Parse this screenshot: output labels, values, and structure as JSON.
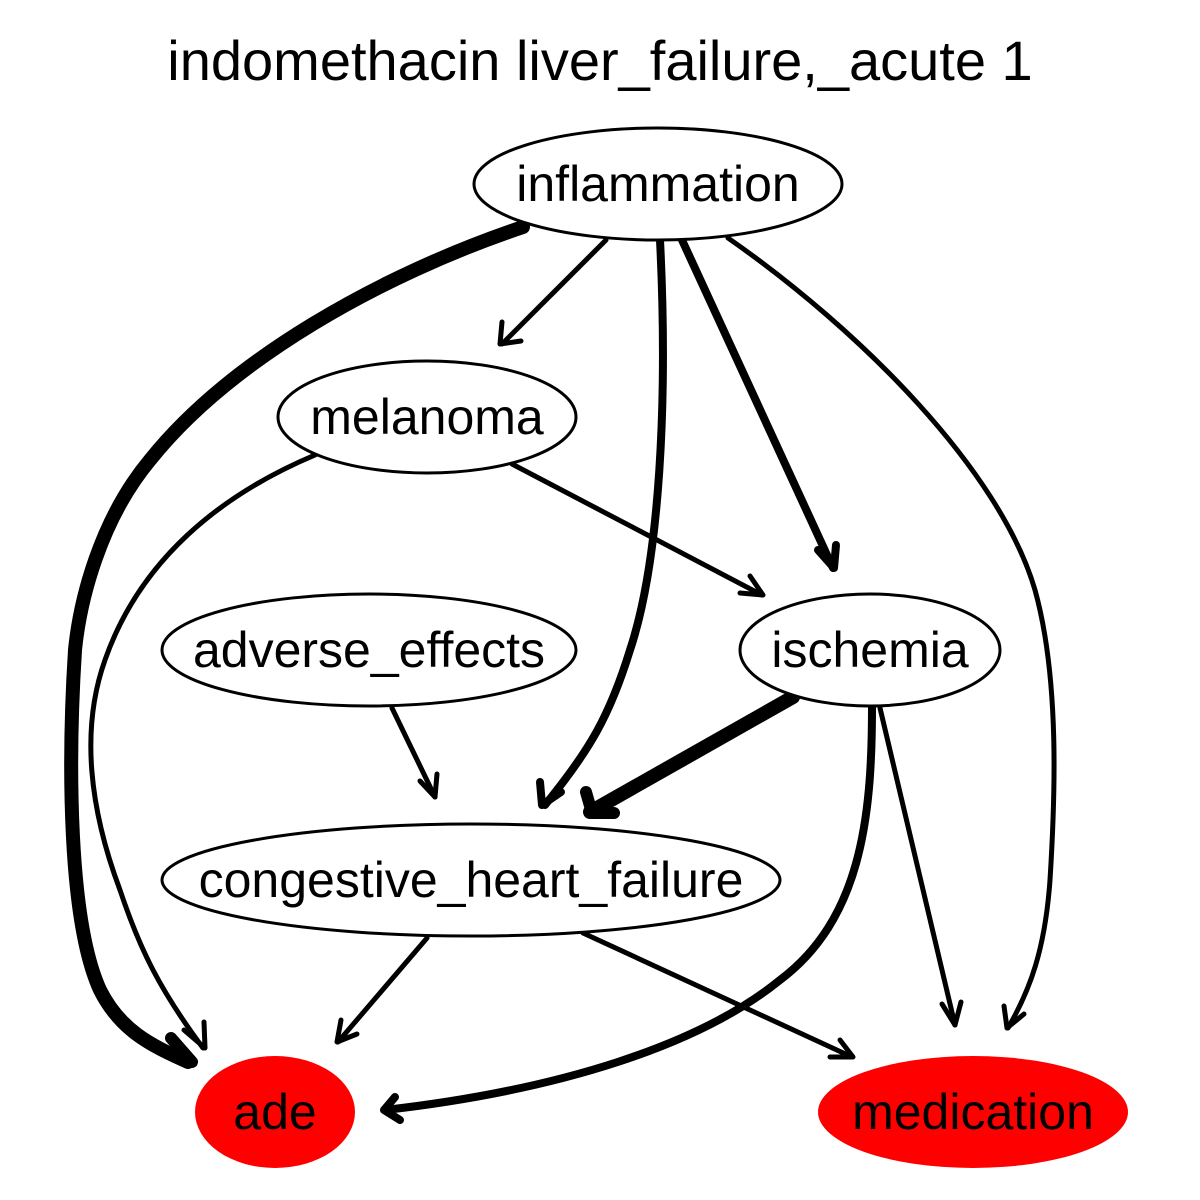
{
  "title": "indomethacin liver_failure,_acute 1",
  "colors": {
    "highlight": "#ff0000",
    "plain": "#ffffff",
    "stroke": "#000000"
  },
  "nodes": [
    {
      "id": "inflammation",
      "label": "inflammation",
      "highlighted": false
    },
    {
      "id": "melanoma",
      "label": "melanoma",
      "highlighted": false
    },
    {
      "id": "adverse_effects",
      "label": "adverse_effects",
      "highlighted": false
    },
    {
      "id": "ischemia",
      "label": "ischemia",
      "highlighted": false
    },
    {
      "id": "congestive_heart_failure",
      "label": "congestive_heart_failure",
      "highlighted": false
    },
    {
      "id": "ade",
      "label": "ade",
      "highlighted": true
    },
    {
      "id": "medication",
      "label": "medication",
      "highlighted": true
    }
  ],
  "edges": [
    {
      "from": "inflammation",
      "to": "ade",
      "weight": "heavy"
    },
    {
      "from": "inflammation",
      "to": "melanoma",
      "weight": "normal"
    },
    {
      "from": "inflammation",
      "to": "congestive_heart_failure",
      "weight": "medium"
    },
    {
      "from": "inflammation",
      "to": "ischemia",
      "weight": "medium"
    },
    {
      "from": "inflammation",
      "to": "medication",
      "weight": "normal"
    },
    {
      "from": "melanoma",
      "to": "ade",
      "weight": "normal"
    },
    {
      "from": "melanoma",
      "to": "ischemia",
      "weight": "normal"
    },
    {
      "from": "adverse_effects",
      "to": "congestive_heart_failure",
      "weight": "normal"
    },
    {
      "from": "ischemia",
      "to": "congestive_heart_failure",
      "weight": "heavy"
    },
    {
      "from": "ischemia",
      "to": "ade",
      "weight": "medium"
    },
    {
      "from": "ischemia",
      "to": "medication",
      "weight": "normal"
    },
    {
      "from": "congestive_heart_failure",
      "to": "ade",
      "weight": "normal"
    },
    {
      "from": "congestive_heart_failure",
      "to": "medication",
      "weight": "normal"
    }
  ]
}
